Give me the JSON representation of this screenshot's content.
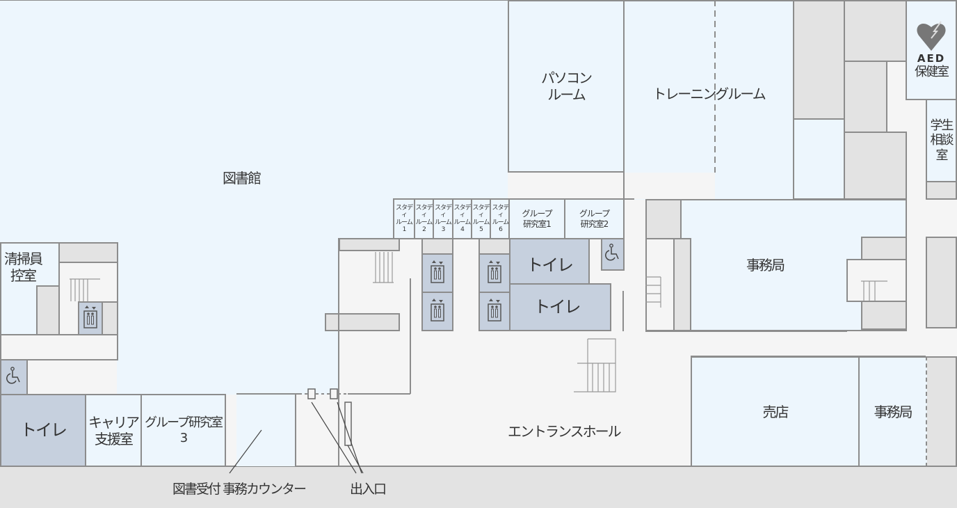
{
  "map_title": "",
  "rooms": {
    "library": "図書館",
    "pc_room": "パソコン\nルーム",
    "training_room": "トレーニングルーム",
    "health_room": "保健室",
    "aed": "AED",
    "counseling_room": "学生\n相談\n室",
    "study_rooms": [
      "スタディ\nルーム\n1",
      "スタディ\nルーム\n2",
      "スタディ\nルーム\n3",
      "スタディ\nルーム\n4",
      "スタディ\nルーム\n5",
      "スタディ\nルーム\n6"
    ],
    "group_room_1": "グループ\n研究室1",
    "group_room_2": "グループ\n研究室2",
    "toilet_1": "トイレ",
    "toilet_2": "トイレ",
    "office_upper": "事務局",
    "cleaner_room": "清掃員\n控室",
    "toilet_left": "トイレ",
    "career_room": "キャリア\n支援室",
    "group_room_3": "グループ研究室\n3",
    "entrance_hall": "エントランスホール",
    "shop": "売店",
    "office_lower": "事務局"
  },
  "callouts": {
    "library_counter": "図書受付 事務カウンター",
    "entrance": "出入口"
  },
  "colors": {
    "room": "#edf6fd",
    "service": "#e3e3e3",
    "toilet": "#c6d0de",
    "corridor": "#f5f5f5"
  }
}
